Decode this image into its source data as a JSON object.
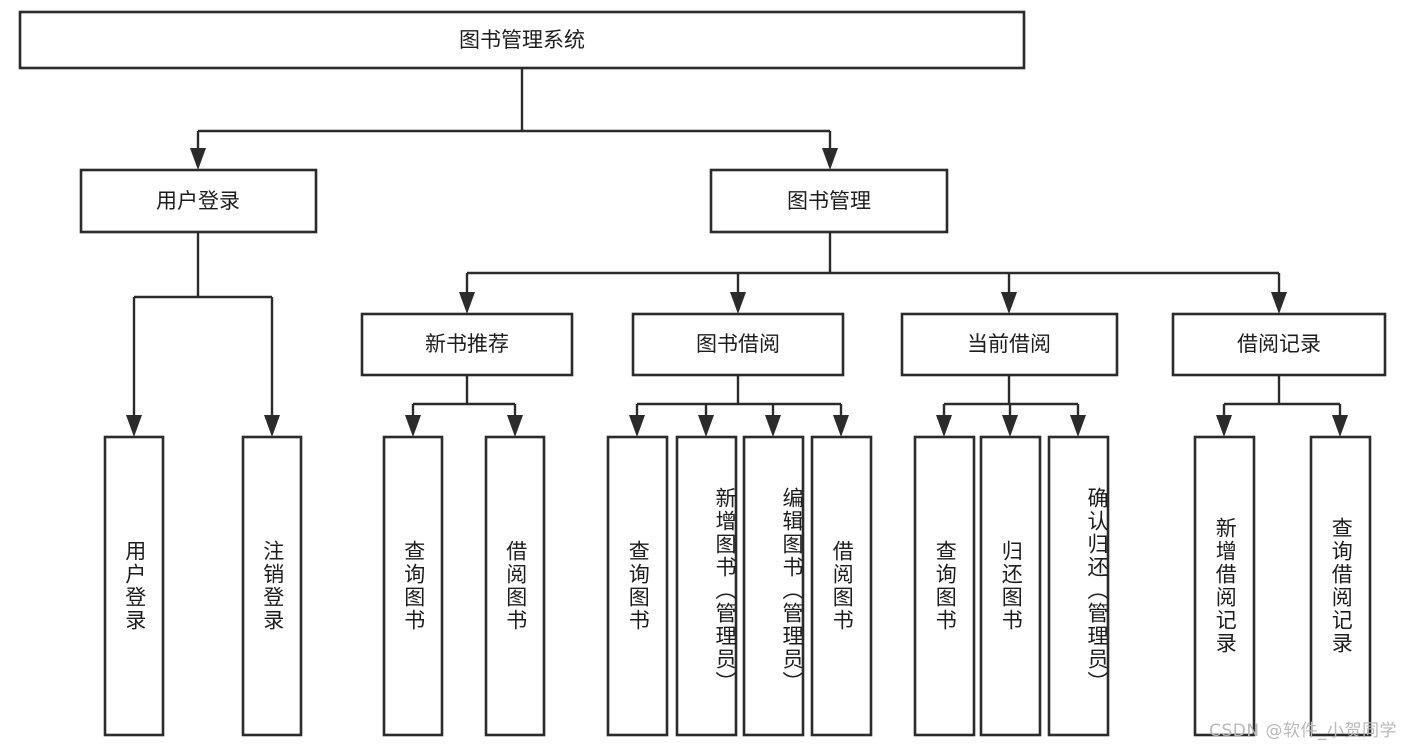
{
  "diagram": {
    "type": "tree",
    "orientation": "top-down",
    "title": "图书管理系统",
    "watermark": "CSDN @软件_小贺同学",
    "colors": {
      "stroke": "#2b2b2b",
      "fill": "#ffffff",
      "text": "#1d1d1d",
      "watermark": "#b9b9b9"
    },
    "nodes": {
      "root": {
        "label": "图书管理系统"
      },
      "level1": [
        {
          "label": "用户登录"
        },
        {
          "label": "图书管理"
        }
      ],
      "level2": [
        {
          "label": "新书推荐"
        },
        {
          "label": "图书借阅"
        },
        {
          "label": "当前借阅"
        },
        {
          "label": "借阅记录"
        }
      ],
      "leaves_user_login": [
        {
          "label": "用户登录"
        },
        {
          "label": "注销登录"
        }
      ],
      "leaves_new_book": [
        {
          "label": "查询图书"
        },
        {
          "label": "借阅图书"
        }
      ],
      "leaves_borrow": [
        {
          "label": "查询图书"
        },
        {
          "label": "新增图书（管理员）"
        },
        {
          "label": "编辑图书（管理员）"
        },
        {
          "label": "借阅图书"
        }
      ],
      "leaves_current": [
        {
          "label": "查询图书"
        },
        {
          "label": "归还图书"
        },
        {
          "label": "确认归还（管理员）"
        }
      ],
      "leaves_record": [
        {
          "label": "新增借阅记录"
        },
        {
          "label": "查询借阅记录"
        }
      ]
    }
  }
}
